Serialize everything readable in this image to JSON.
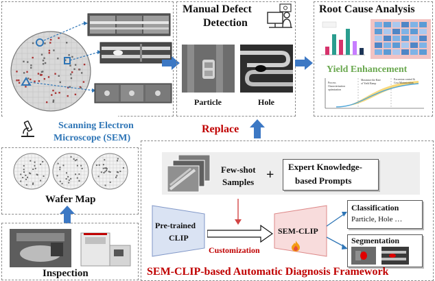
{
  "sem_review": {
    "title": "SEM Review"
  },
  "manual_defect": {
    "title_line1": "Manual Defect",
    "title_line2": "Detection",
    "particle_label": "Particle",
    "hole_label": "Hole"
  },
  "root_cause": {
    "title": "Root Cause Analysis",
    "yield_title": "Yield Enhancement",
    "yield_color": "#6aa84f",
    "stage_labels": [
      "Process Characterization optimization",
      "Maximize the Rate of Yield Ramp",
      "Excursion control & Cost Minimization"
    ]
  },
  "sem_caption": {
    "line1": "Scanning Electron",
    "line2": "Microscope (SEM)",
    "color": "#2e75b6"
  },
  "wafer_map": {
    "title": "Wafer Map"
  },
  "inspection": {
    "title": "Inspection"
  },
  "replace": {
    "label": "Replace",
    "color": "#c00000"
  },
  "framework": {
    "few_shot_line1": "Few-shot",
    "few_shot_line2": "Samples",
    "plus": "+",
    "expert_line1": "Expert Knowledge-",
    "expert_line2": "based Prompts",
    "pretrained_line1": "Pre-trained",
    "pretrained_line2": "CLIP",
    "customization": "Customization",
    "semclip": "SEM-CLIP",
    "classification_title": "Classification",
    "classification_text": "Particle, Hole …",
    "segmentation_title": "Segmentation",
    "footer": "SEM-CLIP-based Automatic Diagnosis Framework",
    "accent_red": "#c00000",
    "accent_blue": "#2e75b6"
  }
}
